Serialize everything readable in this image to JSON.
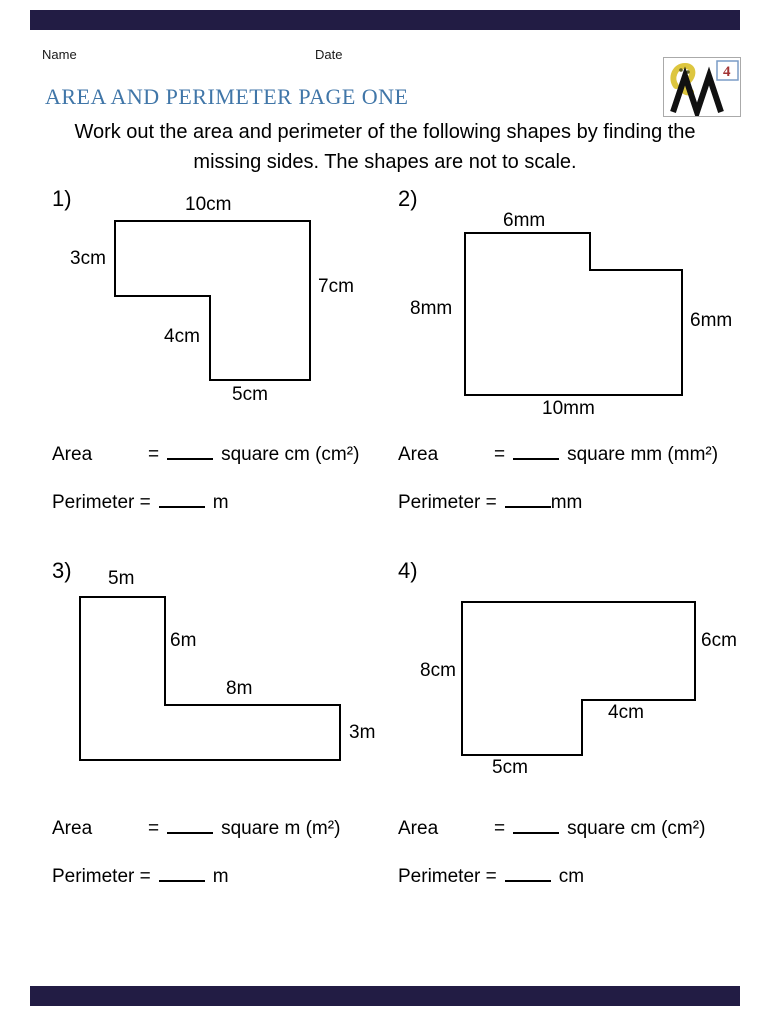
{
  "header": {
    "name_label": "Name",
    "date_label": "Date",
    "title": "AREA AND PERIMETER PAGE ONE",
    "instructions": [
      "Work out the area and perimeter of the following shapes by finding the",
      "missing sides. The shapes are not to scale."
    ]
  },
  "logo": {
    "badge": "4",
    "letter": "M"
  },
  "problems": [
    {
      "number": "1)",
      "dims": [
        "10cm",
        "3cm",
        "7cm",
        "4cm",
        "5cm"
      ],
      "area": {
        "label": "Area",
        "eq": "=",
        "unit": "square cm (cm²)"
      },
      "perimeter": {
        "label": "Perimeter =",
        "unit": "m"
      }
    },
    {
      "number": "2)",
      "dims": [
        "6mm",
        "8mm",
        "6mm",
        "10mm"
      ],
      "area": {
        "label": "Area",
        "eq": "=",
        "unit": "square mm (mm²)"
      },
      "perimeter": {
        "label": "Perimeter =",
        "unit": "mm"
      }
    },
    {
      "number": "3)",
      "dims": [
        "5m",
        "6m",
        "8m",
        "3m"
      ],
      "area": {
        "label": "Area",
        "eq": "=",
        "unit": "square m (m²)"
      },
      "perimeter": {
        "label": "Perimeter =",
        "unit": "m"
      }
    },
    {
      "number": "4)",
      "dims": [
        "8cm",
        "6cm",
        "4cm",
        "5cm"
      ],
      "area": {
        "label": "Area",
        "eq": "=",
        "unit": "square cm (cm²)"
      },
      "perimeter": {
        "label": "Perimeter =",
        "unit": "cm"
      }
    }
  ]
}
